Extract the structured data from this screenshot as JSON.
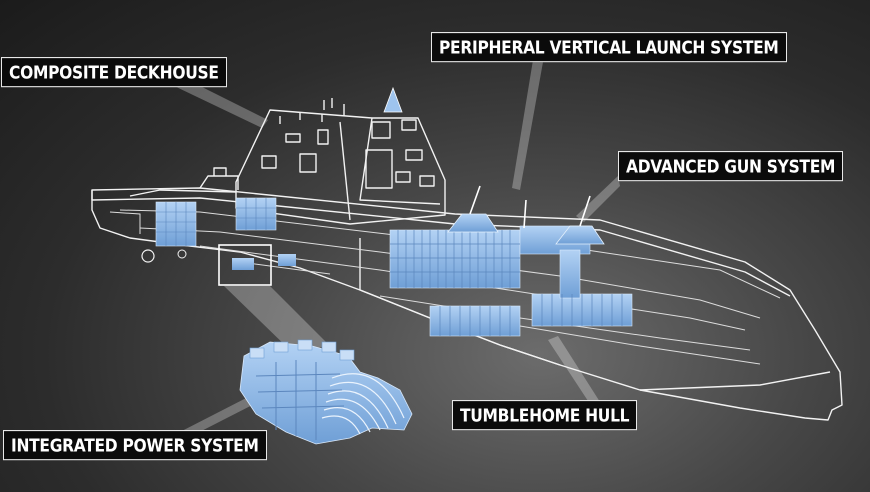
{
  "labels": {
    "deckhouse": "COMPOSITE DECKHOUSE",
    "pvls": "PERIPHERAL VERTICAL LAUNCH SYSTEM",
    "ags": "ADVANCED GUN SYSTEM",
    "hull": "TUMBLEHOME HULL",
    "ips": "INTEGRATED POWER SYSTEM"
  },
  "colors": {
    "background": "#3a3a3a",
    "outline": "#f2f2f2",
    "component": "#8fb8e8",
    "label_bg": "#0b0b0b",
    "label_text": "#ffffff"
  }
}
